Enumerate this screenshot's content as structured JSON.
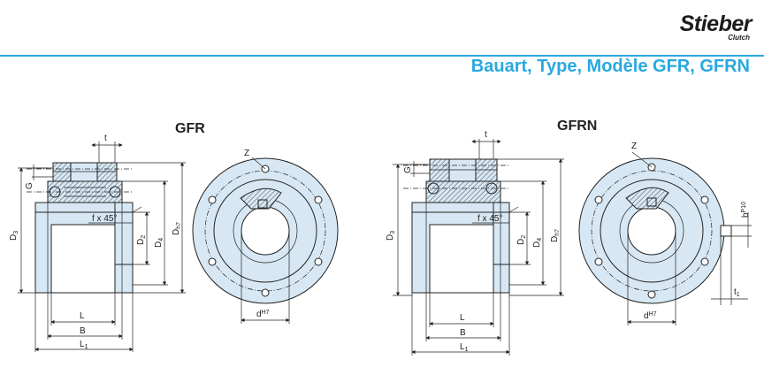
{
  "brand": {
    "name": "Stieber",
    "sub": "Clutch"
  },
  "title": "Bauart, Type, Modèle GFR, GFRN",
  "colors": {
    "accent": "#29a8df",
    "part_fill": "#d7e8f4",
    "line": "#222222"
  },
  "gfr": {
    "header": "GFR",
    "labels": {
      "t": "t",
      "G": "G",
      "D3": "D",
      "D3_sub": "3",
      "chamfer": "f x 45°",
      "D2": "D",
      "D2_sub": "2",
      "D4": "D",
      "D4_sub": "4",
      "Dh7": "D",
      "Dh7_sub": "h7",
      "Z": "Z",
      "d": "d",
      "d_sup": "H7",
      "L": "L",
      "B": "B",
      "L1": "L",
      "L1_sub": "1"
    }
  },
  "gfrn": {
    "header": "GFRN",
    "labels": {
      "t": "t",
      "G": "G",
      "D3": "D",
      "D3_sub": "3",
      "chamfer": "f x 45°",
      "D2": "D",
      "D2_sub": "2",
      "D4": "D",
      "D4_sub": "4",
      "Dh7": "D",
      "Dh7_sub": "h7",
      "Z": "Z",
      "d": "d",
      "d_sup": "H7",
      "L": "L",
      "B": "B",
      "L1": "L",
      "L1_sub": "1",
      "b": "b",
      "b_sup": "P10",
      "t1": "t",
      "t1_sub": "1"
    }
  }
}
